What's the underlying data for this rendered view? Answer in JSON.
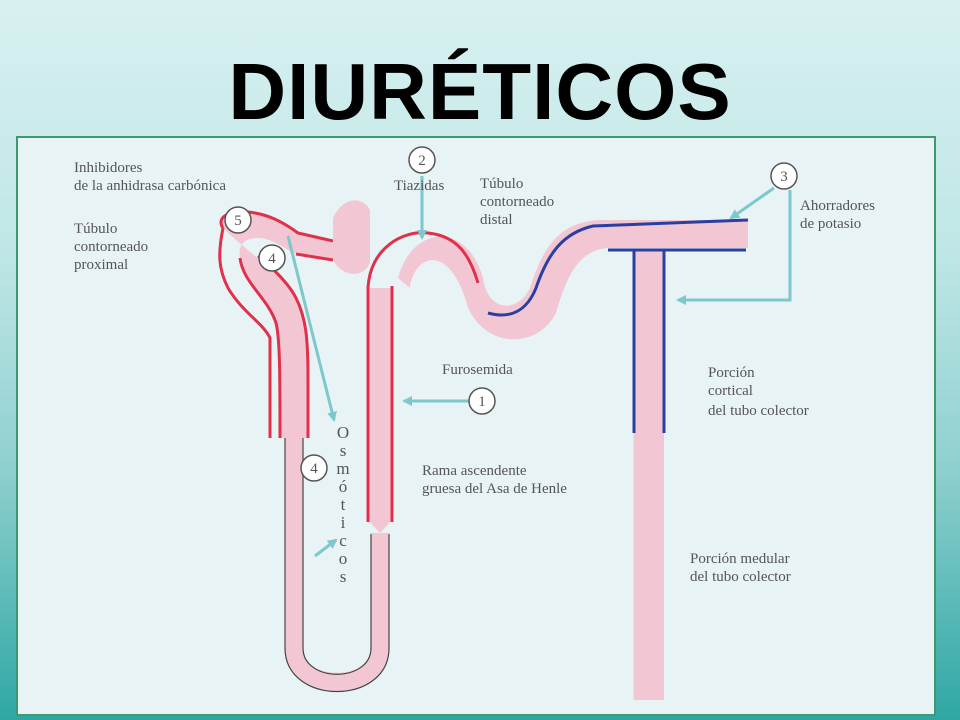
{
  "title": "DIURÉTICOS",
  "labels": {
    "inhibidores_1": "Inhibidores",
    "inhibidores_2": "de la anhidrasa carbónica",
    "tubulo_prox_1": "Túbulo",
    "tubulo_prox_2": "contorneado",
    "tubulo_prox_3": "proximal",
    "tiazidas": "Tiazidas",
    "tubulo_dist_1": "Túbulo",
    "tubulo_dist_2": "contorneado",
    "tubulo_dist_3": "distal",
    "ahorradores_1": "Ahorradores",
    "ahorradores_2": "de potasio",
    "furosemida": "Furosemida",
    "rama_1": "Rama ascendente",
    "rama_2": "gruesa del Asa de Henle",
    "cortical_1": "Porción",
    "cortical_2": "cortical",
    "cortical_3": "del tubo colector",
    "medular_1": "Porción medular",
    "medular_2": "del tubo colector",
    "osmoticos": [
      "O",
      "s",
      "m",
      "ó",
      "t",
      "i",
      "c",
      "o",
      "s"
    ]
  },
  "markers": {
    "m1": "1",
    "m2": "2",
    "m3": "3",
    "m4a": "4",
    "m4b": "4",
    "m5": "5"
  },
  "colors": {
    "tubule_fill": "#f2c6d3",
    "red_wall": "#e0304a",
    "blue_wall": "#2a3fa0",
    "arrow": "#7ec8cc",
    "title": "#000000"
  }
}
